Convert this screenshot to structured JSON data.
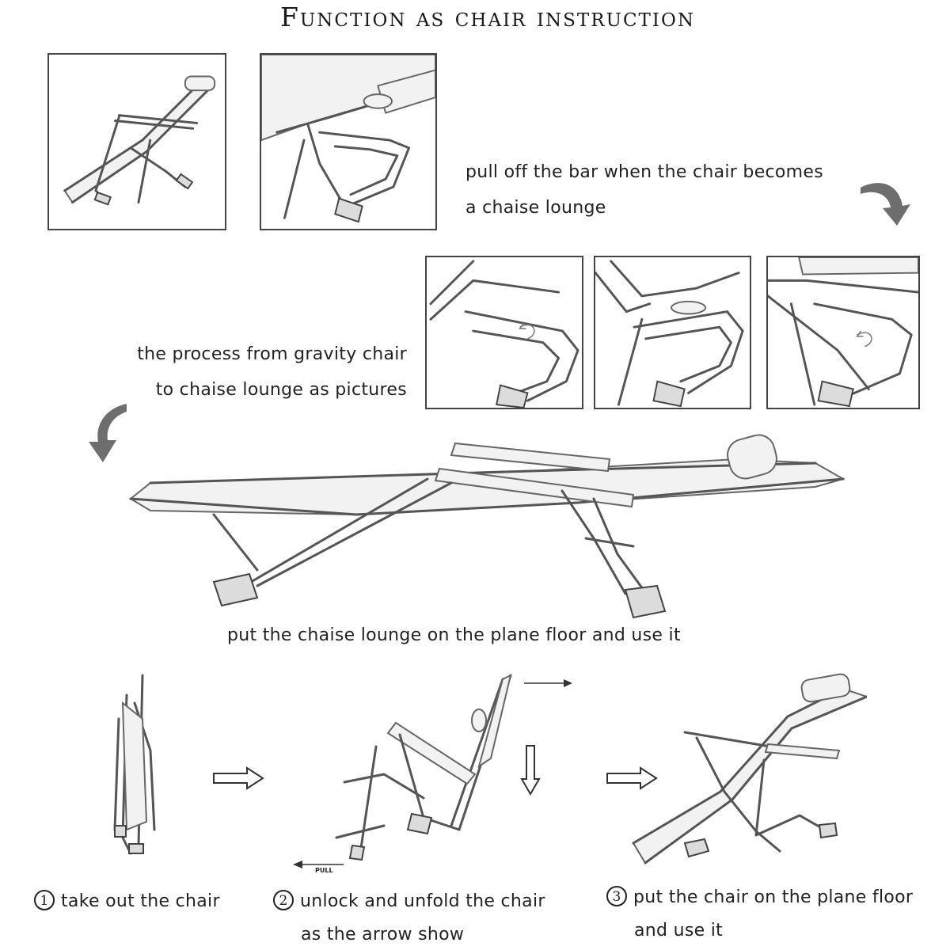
{
  "title": "Function as chair instruction",
  "captions": {
    "pull_bar_line1": "pull off the bar when the chair becomes",
    "pull_bar_line2": "a chaise lounge",
    "process_line1": "the process from gravity chair",
    "process_line2": "to chaise lounge as pictures",
    "floor": "put the chaise lounge on the plane floor and use it"
  },
  "steps": [
    {
      "number": "1",
      "line1": "take out the chair",
      "line2": ""
    },
    {
      "number": "2",
      "line1": "unlock and unfold the chair",
      "line2": "as the arrow show"
    },
    {
      "number": "3",
      "line1": "put the chair on the plane floor",
      "line2": "and use it"
    }
  ],
  "small_labels": {
    "pull": "PULL"
  },
  "icons": [
    "curved-arrow-down-icon",
    "curved-arrow-down-left-icon",
    "right-arrow-icon",
    "down-arrow-icon",
    "left-arrow-icon",
    "rotate-arrow-icon"
  ]
}
